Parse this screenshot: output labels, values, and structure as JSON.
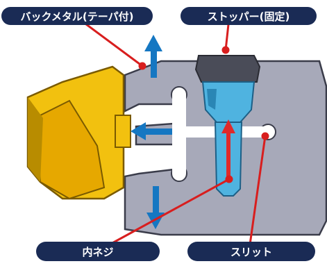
{
  "labels": {
    "back_metal": "バックメタル(テーパ付)",
    "stopper": "ストッパー(固定)",
    "inner_screw": "内ネジ",
    "slit": "スリット"
  },
  "colors": {
    "label_pill": "#1a2b55",
    "back_metal_fill": "#a7a9b9",
    "back_metal_stroke": "#3a3c4a",
    "insert_fill": "#f2c10f",
    "insert_dark": "#b88c00",
    "bolt_fill": "#4fb3e0",
    "bolt_dark": "#2a86b5",
    "stopper_cap": "#4a4c58",
    "arrow_blue": "#1577c2",
    "arrow_red": "#e02a2a",
    "leader_red": "#d81e1e"
  },
  "icons": {
    "arrow_up": "arrow-up-icon",
    "arrow_down": "arrow-down-icon",
    "arrow_left": "arrow-left-icon",
    "arrow_red_up": "arrow-up-icon"
  }
}
